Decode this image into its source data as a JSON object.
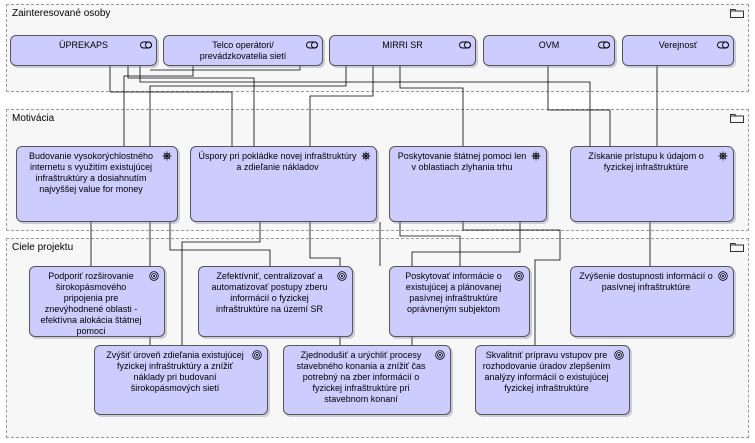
{
  "groups": {
    "stakeholders": "Zainteresované osoby",
    "motivation": "Motivácia",
    "goals_group": "Ciele projektu"
  },
  "stakeholders": [
    {
      "label": "ÚPREKAPS",
      "icon": "stakeholder-icon"
    },
    {
      "label": "Telco operátori/ prevádzkovatelia sietí",
      "icon": "stakeholder-icon"
    },
    {
      "label": "MIRRI SR",
      "icon": "stakeholder-icon"
    },
    {
      "label": "OVM",
      "icon": "stakeholder-icon"
    },
    {
      "label": "Verejnosť",
      "icon": "stakeholder-icon"
    }
  ],
  "drivers": [
    {
      "label": "Budovanie vysokorýchlostného internetu s využitím existujúcej infraštruktúry a dosiahnutím najvyššej value for money",
      "icon": "driver-icon"
    },
    {
      "label": "Úspory pri pokládke novej infraštruktúry a zdieľanie nákladov",
      "icon": "driver-icon"
    },
    {
      "label": "Poskytovanie štátnej pomoci len v oblastiach zlyhania trhu",
      "icon": "driver-icon"
    },
    {
      "label": "Získanie prístupu k údajom o fyzickej infraštruktúre",
      "icon": "driver-icon"
    }
  ],
  "goals": [
    {
      "label": "Podporiť rozširovanie širokopásmového pripojenia pre znevýhodnené oblasti - efektívna alokácia štátnej pomoci",
      "icon": "goal-icon"
    },
    {
      "label": "Zefektívniť, centralizovať a automatizovať postupy zberu informácií o fyzickej infraštruktúre na území SR",
      "icon": "goal-icon"
    },
    {
      "label": "Poskytovať informácie o existujúcej a plánovanej pasívnej infraštruktúre oprávneným subjektom",
      "icon": "goal-icon"
    },
    {
      "label": "Zvýšenie dostupnosti informácií o pasívnej infraštruktúre",
      "icon": "goal-icon"
    },
    {
      "label": "Zvýšiť úroveň zdieľania existujúcej fyzickej infraštruktúry a znížiť náklady pri budovaní širokopásmových sietí",
      "icon": "goal-icon"
    },
    {
      "label": "Zjednodušiť a urýchliť procesy stavebného konania a znížiť čas potrebný na zber informácií o fyzickej infraštruktúre pri stavebnom konaní",
      "icon": "goal-icon"
    },
    {
      "label": "Skvalitniť prípravu vstupov pre rozhodovanie úradov zlepšením analýzy informácií o existujúcej fyzickej infraštruktúre",
      "icon": "goal-icon"
    }
  ],
  "colors": {
    "element_fill": "#ccccff",
    "group_fill": "#f7f7f7",
    "line": "#000000"
  }
}
